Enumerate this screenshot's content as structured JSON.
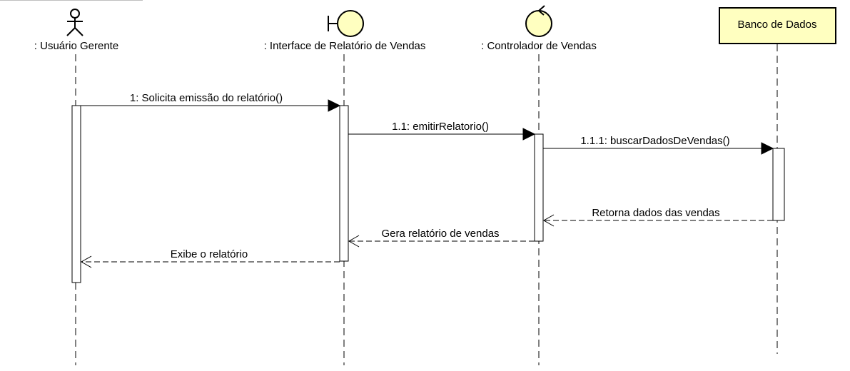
{
  "diagram": {
    "participants": {
      "user": {
        "label": ": Usuário Gerente",
        "kind": "actor"
      },
      "interface": {
        "label": ": Interface de Relatório de Vendas",
        "kind": "boundary"
      },
      "controller": {
        "label": ": Controlador de Vendas",
        "kind": "control"
      },
      "database": {
        "label": "Banco de Dados",
        "kind": "box"
      }
    },
    "messages": {
      "m1": "1: Solicita emissão do relatório()",
      "m2": "1.1: emitirRelatorio()",
      "m3": "1.1.1: buscarDadosDeVendas()",
      "r1": "Retorna dados das vendas",
      "r2": "Gera relatório de vendas",
      "r3": "Exibe o relatório"
    },
    "colors": {
      "participant_fill": "#ffffc0",
      "line": "#000000",
      "background": "#ffffff"
    }
  }
}
